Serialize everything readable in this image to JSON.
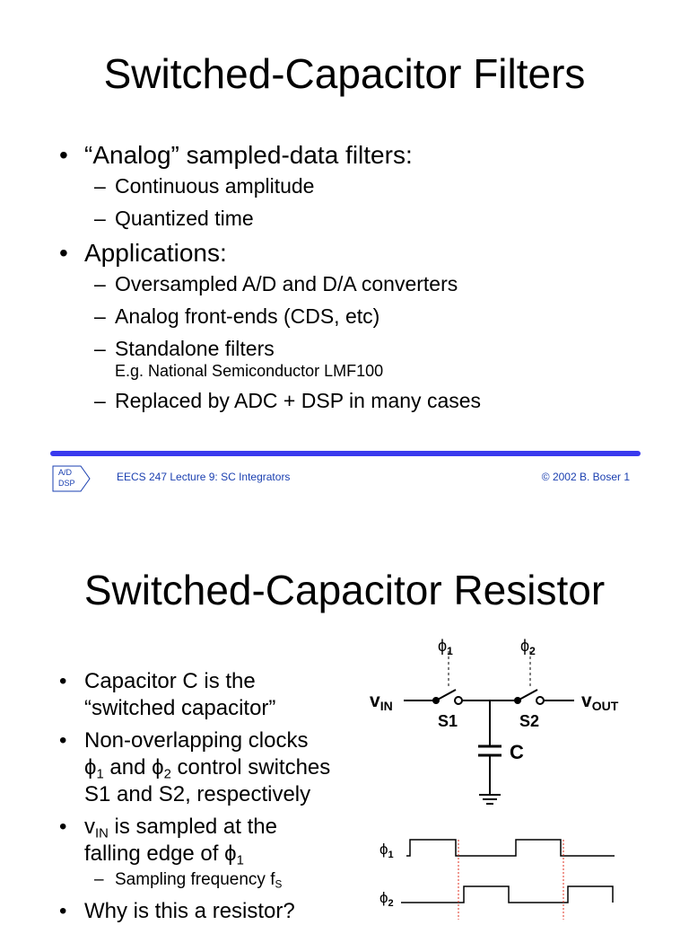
{
  "slide1": {
    "title": "Switched-Capacitor Filters",
    "bullet1": "“Analog” sampled-data filters:",
    "bullet1_sub1": "Continuous amplitude",
    "bullet1_sub2": "Quantized time",
    "bullet2": "Applications:",
    "bullet2_sub1": "Oversampled A/D and D/A converters",
    "bullet2_sub2": "Analog front-ends (CDS, etc)",
    "bullet2_sub3": "Standalone filters",
    "bullet2_sub3_note": "E.g. National Semiconductor LMF100",
    "bullet2_sub4": "Replaced by ADC + DSP in many cases",
    "footer": {
      "logo_line1": "A/D",
      "logo_line2": "DSP",
      "center": "EECS 247 Lecture 9:  SC Integrators",
      "right": "© 2002 B. Boser   1"
    },
    "colors": {
      "footer_rule": "#3a3aee",
      "footer_text": "#1a3fb0"
    }
  },
  "slide2": {
    "title": "Switched-Capacitor Resistor",
    "bullet1_line1": "Capacitor C is the",
    "bullet1_line2": "“switched capacitor”",
    "bullet2_line1": "Non-overlapping clocks",
    "bullet2_phi": "ϕ",
    "bullet2_sub_1": "1",
    "bullet2_and": " and ",
    "bullet2_sub_2": "2",
    "bullet2_line2_rest": " control switches",
    "bullet2_line3": "S1 and S2, respectively",
    "bullet3_v": "v",
    "bullet3_in": "IN",
    "bullet3_rest": " is sampled at the",
    "bullet3_line2": "falling edge of ",
    "bullet3_phi_sub": "1",
    "bullet3_sub": "Sampling frequency f",
    "bullet3_sub_s": "S",
    "bullet4": "Why is this a resistor?",
    "circuit": {
      "phi": "ϕ",
      "phi1_sub": "1",
      "phi2_sub": "2",
      "vin": "v",
      "vin_sub": "IN",
      "vout": "v",
      "vout_sub": "OUT",
      "s1": "S1",
      "s2": "S2",
      "cap": "C"
    },
    "timing": {
      "phi1_sub": "1",
      "phi2_sub": "2",
      "marker_color": "#e03020"
    }
  }
}
